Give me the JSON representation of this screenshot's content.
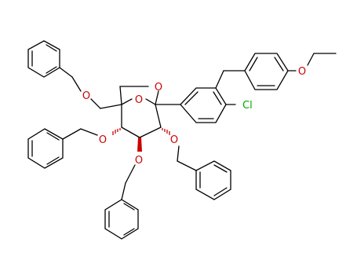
{
  "colors": {
    "bond": "#000000",
    "oxygen": "#cc0000",
    "chlorine": "#00aa00",
    "background": "#ffffff"
  },
  "atoms": {
    "o_bn_ch2": "O",
    "o_bridge": "O",
    "o_ring": "O",
    "o_bn_4": "O",
    "o_bn_2": "O",
    "o_bn_3": "O",
    "o_ethoxy": "O",
    "cl": "Cl"
  }
}
